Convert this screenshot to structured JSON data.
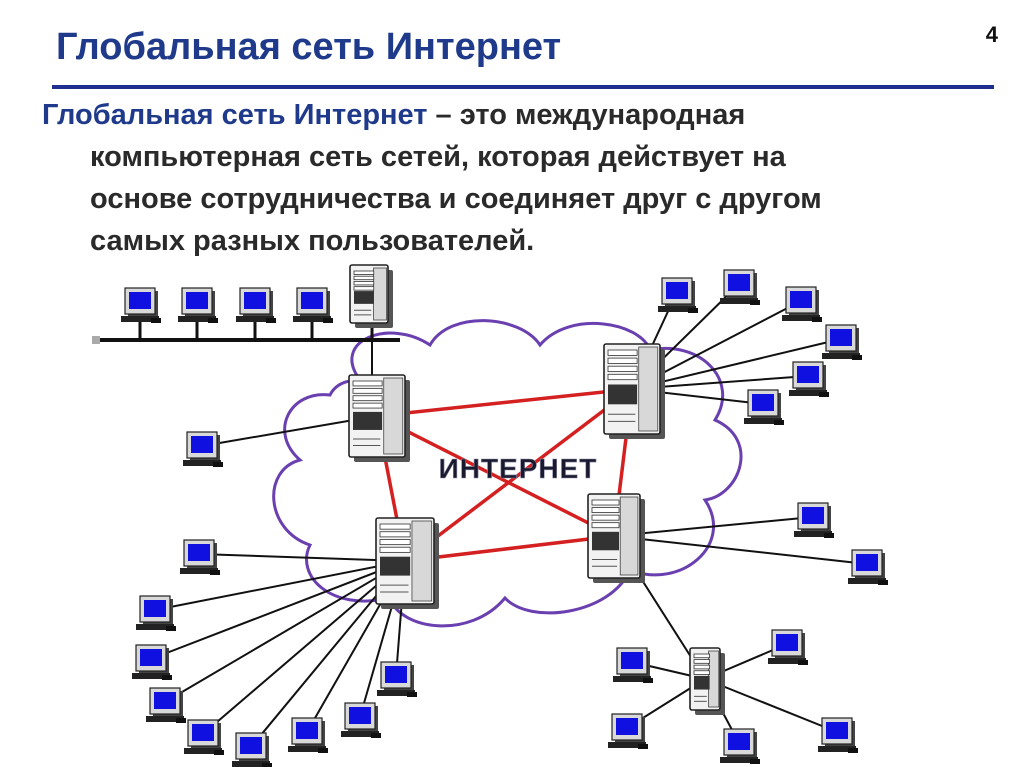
{
  "slide": {
    "title": "Глобальная сеть Интернет",
    "page_number": "4"
  },
  "definition": {
    "term": "Глобальная сеть Интернет",
    "line1_rest": " – это международная",
    "line2": "компьютерная сеть сетей, которая действует на",
    "line3": "основе сотрудничества и соединяет друг с другом",
    "line4": "самых разных пользователей."
  },
  "diagram": {
    "cloud_label": "ИНТЕРНЕТ",
    "colors": {
      "title": "#1f3a8a",
      "cloud_outline": "#6a3fb0",
      "backbone_link": "#d42020",
      "user_link": "#111111",
      "screen": "#1010e0"
    }
  }
}
